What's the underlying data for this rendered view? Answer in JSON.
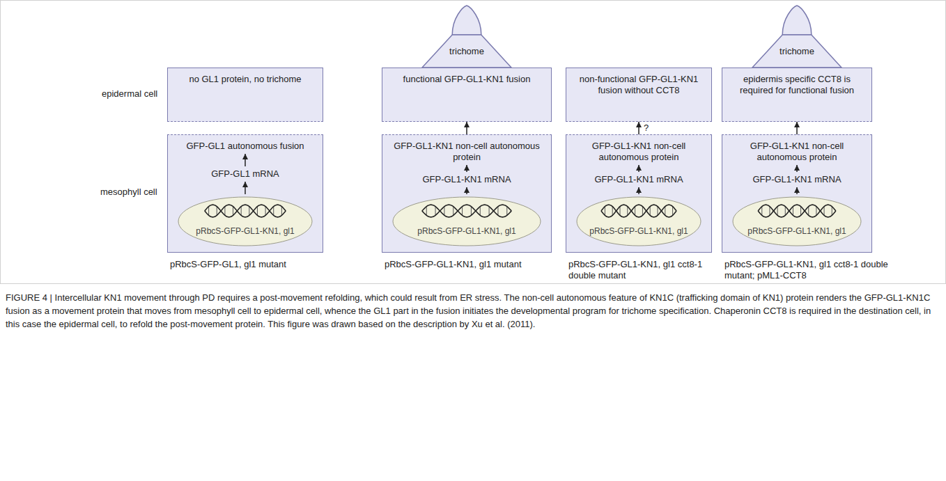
{
  "diagram": {
    "caption": "FIGURE 4 | Intercellular KN1 movement through PD requires a post-movement refolding, which could result from ER stress. The non-cell autonomous feature of KN1C (trafficking domain of KN1) protein renders the GFP-GL1-KN1C fusion as a movement protein that moves from mesophyll cell to epidermal cell, whence the GL1 part in the fusion initiates the developmental program for trichome specification. Chaperonin CCT8 is required in the destination cell, in this case the epidermal cell, to refold the post-movement protein. This figure was drawn based on the description by Xu et al. (2011).",
    "nodes": [
      {
        "text": [
          "no GL1 protein, no trichome"
        ]
      },
      {
        "text": [
          "GFP-GL1 autonomous fusion",
          "GFP-GL1 mRNA"
        ]
      },
      {
        "text": [
          "pRbcS-GFP-GL1-KN1, gl1"
        ],
        "in": 1
      },
      {
        "text": [
          "trichome"
        ]
      },
      {
        "text": [
          "functional GFP-GL1-KN1 fusion"
        ]
      },
      {
        "text": [
          "GFP-GL1-KN1 non-cell autonomous protein",
          "GFP-GL1-KN1 mRNA"
        ]
      },
      {
        "text": [
          "pRbcS-GFP-GL1-KN1, gl1"
        ],
        "in": 5
      },
      {
        "text": [
          "non-functional GFP-GL1-KN1 fusion without CCT8"
        ]
      },
      {
        "text": [
          "GFP-GL1-KN1 non-cell autonomous protein",
          "GFP-GL1-KN1 mRNA"
        ]
      },
      {
        "text": [
          "pRbcS-GFP-GL1-KN1, gl1"
        ],
        "in": 8
      },
      {
        "text": [
          "trichome"
        ]
      },
      {
        "text": [
          "epidermis specific CCT8 is required for functional fusion"
        ]
      },
      {
        "text": [
          "GFP-GL1-KN1 non-cell autonomous protein",
          "GFP-GL1-KN1 mRNA"
        ]
      },
      {
        "text": [
          "pRbcS-GFP-GL1-KN1, gl1"
        ],
        "in": 12
      }
    ],
    "edges": [
      {
        "from": 5,
        "to": 4,
        "arrow": "to"
      },
      {
        "from": 8,
        "to": 7,
        "label": "?",
        "arrow": "to"
      },
      {
        "from": 12,
        "to": 11,
        "arrow": "to"
      }
    ],
    "labels": [
      "epidermal cell",
      "mesophyll cell",
      "pRbcS-GFP-GL1, gl1 mutant",
      "pRbcS-GFP-GL1-KN1, gl1 mutant",
      "pRbcS-GFP-GL1-KN1, gl1 cct8-1 double mutant",
      "pRbcS-GFP-GL1-KN1, gl1 cct8-1 double mutant; pML1-CCT8"
    ]
  }
}
